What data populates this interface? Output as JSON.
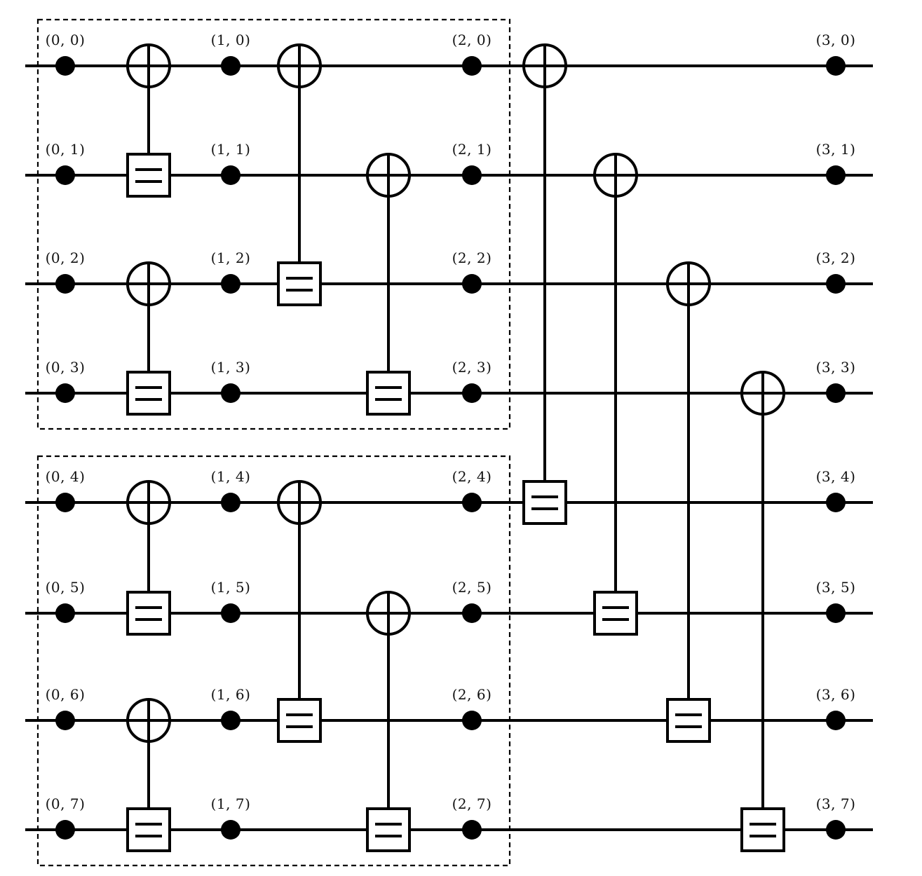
{
  "diagram": {
    "type": "quantum-butterfly-network",
    "stages": 4,
    "wires": 8,
    "colors": {
      "stroke": "#000000",
      "background": "#ffffff"
    },
    "node_labels": [
      [
        "(0, 0)",
        "(0, 1)",
        "(0, 2)",
        "(0, 3)",
        "(0, 4)",
        "(0, 5)",
        "(0, 6)",
        "(0, 7)"
      ],
      [
        "(1, 0)",
        "(1, 1)",
        "(1, 2)",
        "(1, 3)",
        "(1, 4)",
        "(1, 5)",
        "(1, 6)",
        "(1, 7)"
      ],
      [
        "(2, 0)",
        "(2, 1)",
        "(2, 2)",
        "(2, 3)",
        "(2, 4)",
        "(2, 5)",
        "(2, 6)",
        "(2, 7)"
      ],
      [
        "(3, 0)",
        "(3, 1)",
        "(3, 2)",
        "(3, 3)",
        "(3, 4)",
        "(3, 5)",
        "(3, 6)",
        "(3, 7)"
      ]
    ],
    "gate_layers": [
      {
        "layer": 1,
        "pairs": [
          {
            "target": 0,
            "control": 1
          },
          {
            "target": 2,
            "control": 3
          },
          {
            "target": 4,
            "control": 5
          },
          {
            "target": 6,
            "control": 7
          }
        ]
      },
      {
        "layer": 2,
        "pairs": [
          {
            "target": 0,
            "control": 2
          },
          {
            "target": 4,
            "control": 6
          }
        ]
      },
      {
        "layer": 2,
        "pairs": [
          {
            "target": 1,
            "control": 3
          },
          {
            "target": 5,
            "control": 7
          }
        ]
      },
      {
        "layer": 3,
        "pairs": [
          {
            "target": 0,
            "control": 4
          }
        ]
      },
      {
        "layer": 3,
        "pairs": [
          {
            "target": 1,
            "control": 5
          }
        ]
      },
      {
        "layer": 3,
        "pairs": [
          {
            "target": 2,
            "control": 6
          }
        ]
      },
      {
        "layer": 3,
        "pairs": [
          {
            "target": 3,
            "control": 7
          }
        ]
      }
    ],
    "groups": [
      {
        "name": "upper-block",
        "wires": [
          0,
          1,
          2,
          3
        ],
        "stages": [
          0,
          2
        ]
      },
      {
        "name": "lower-block",
        "wires": [
          4,
          5,
          6,
          7
        ],
        "stages": [
          0,
          2
        ]
      }
    ],
    "symbols": {
      "target": "oplus-icon",
      "control": "equals-box-icon",
      "node": "filled-dot"
    }
  }
}
